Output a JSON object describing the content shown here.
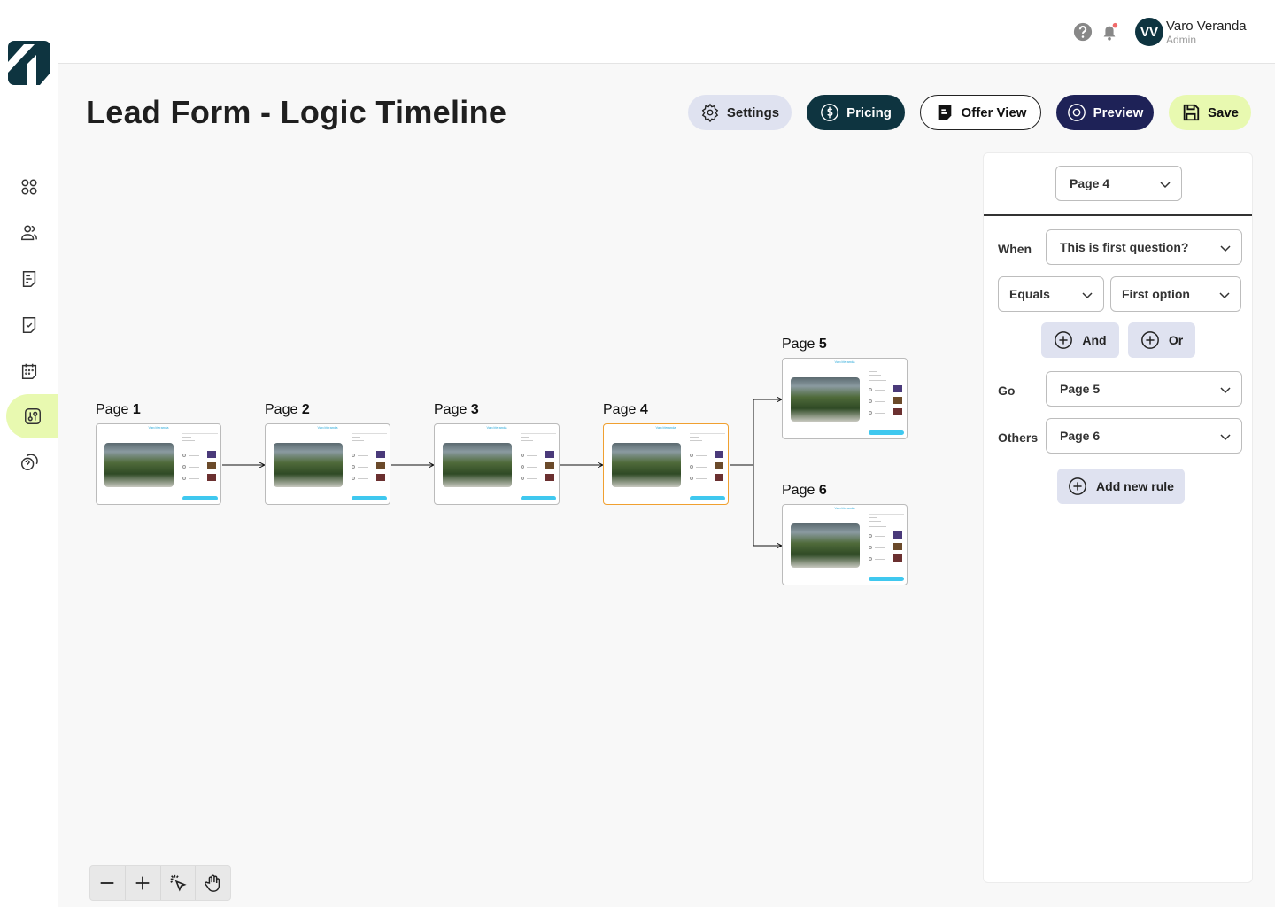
{
  "header": {
    "user_name": "Varo Veranda",
    "user_role": "Admin",
    "avatar_initials": "VV"
  },
  "page_title": "Lead Form - Logic Timeline",
  "toolbar": {
    "settings": "Settings",
    "pricing": "Pricing",
    "offer_view": "Offer View",
    "preview": "Preview",
    "save": "Save"
  },
  "timeline": {
    "thumbnail_brand": "VaroVeranda",
    "pages": [
      {
        "prefix": "Page ",
        "num": "1"
      },
      {
        "prefix": "Page ",
        "num": "2"
      },
      {
        "prefix": "Page ",
        "num": "3"
      },
      {
        "prefix": "Page ",
        "num": "4",
        "selected": true
      },
      {
        "prefix": "Page ",
        "num": "5"
      },
      {
        "prefix": "Page ",
        "num": "6"
      }
    ],
    "swatch_colors": [
      "#4a3a7a",
      "#6b4a2a",
      "#6b3030"
    ]
  },
  "rules": {
    "page_select": "Page 4",
    "when_label": "When",
    "when_value": "This is first question?",
    "operator": "Equals",
    "operand": "First option",
    "and_label": "And",
    "or_label": "Or",
    "go_label": "Go",
    "go_value": "Page 5",
    "others_label": "Others",
    "others_value": "Page 6",
    "add_rule": "Add new rule"
  },
  "colors": {
    "accent_lime": "#e8f9b0",
    "brand_dark": "#0e3440",
    "navy": "#1e2257",
    "selected_border": "#f0a030"
  }
}
